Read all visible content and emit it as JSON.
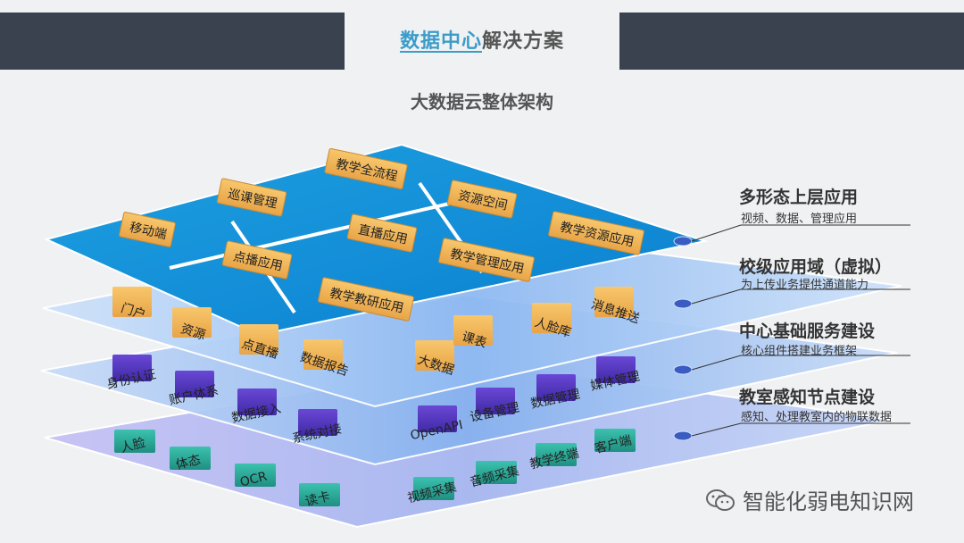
{
  "header": {
    "title_highlight": "数据中心",
    "title_rest": "解决方案"
  },
  "subtitle": "大数据云整体架构",
  "layers": [
    {
      "title": "多形态上层应用",
      "desc": "视频、数据、管理应用",
      "items": [
        "教学全流程",
        "巡课管理",
        "资源空间",
        "移动端",
        "直播应用",
        "教学资源应用",
        "点播应用",
        "教学管理应用",
        "教学教研应用"
      ]
    },
    {
      "title": "校级应用域（虚拟）",
      "desc": "为上传业务提供通道能力",
      "items": [
        "门户",
        "资源",
        "点直播",
        "数据报告",
        "大数据",
        "课表",
        "人脸库",
        "消息推送"
      ]
    },
    {
      "title": "中心基础服务建设",
      "desc": "核心组件搭建业务框架",
      "items": [
        "身份认证",
        "账户体系",
        "数据接入",
        "系统对接",
        "OpenAPI",
        "设备管理",
        "数据管理",
        "媒体管理"
      ]
    },
    {
      "title": "教室感知节点建设",
      "desc": "感知、处理教室内的物联数据",
      "items": [
        "人脸",
        "体态",
        "OCR",
        "读卡",
        "视频采集",
        "音频采集",
        "教学终端",
        "客户端"
      ]
    }
  ],
  "watermark": "智能化弱电知识网",
  "colors": {
    "accent": "#3b9cc9",
    "header_band": "#3a4250",
    "tag_orange": "#f2b25a",
    "tag_purple": "#5b3fc4",
    "tile_green": "#2fa89a"
  }
}
